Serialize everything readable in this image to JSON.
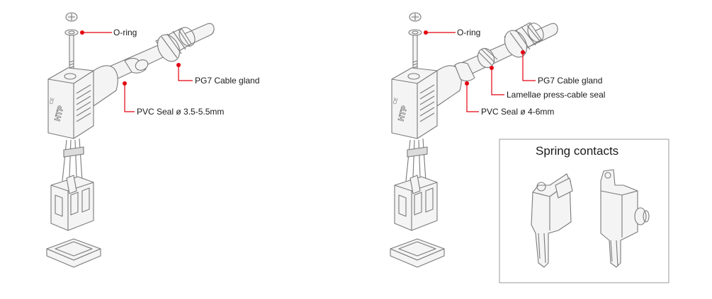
{
  "left_assembly": {
    "labels": {
      "o_ring": "O-ring",
      "cable_gland": "PG7 Cable gland",
      "pvc_seal": "PVC Seal ø 3.5-5.5mm"
    },
    "housing_text": {
      "brand": "HTP",
      "mark": "CE"
    }
  },
  "right_assembly": {
    "labels": {
      "o_ring": "O-ring",
      "cable_gland": "PG7 Cable gland",
      "lamellae_seal": "Lamellae press-cable seal",
      "pvc_seal": "PVC Seal ø 4-6mm"
    },
    "housing_text": {
      "brand": "HTP",
      "mark": "CE"
    }
  },
  "inset": {
    "title": "Spring contacts"
  },
  "colors": {
    "leader": "#e3000f",
    "line_art": "#7a7a7a",
    "inset_border": "#9a9a9a"
  }
}
